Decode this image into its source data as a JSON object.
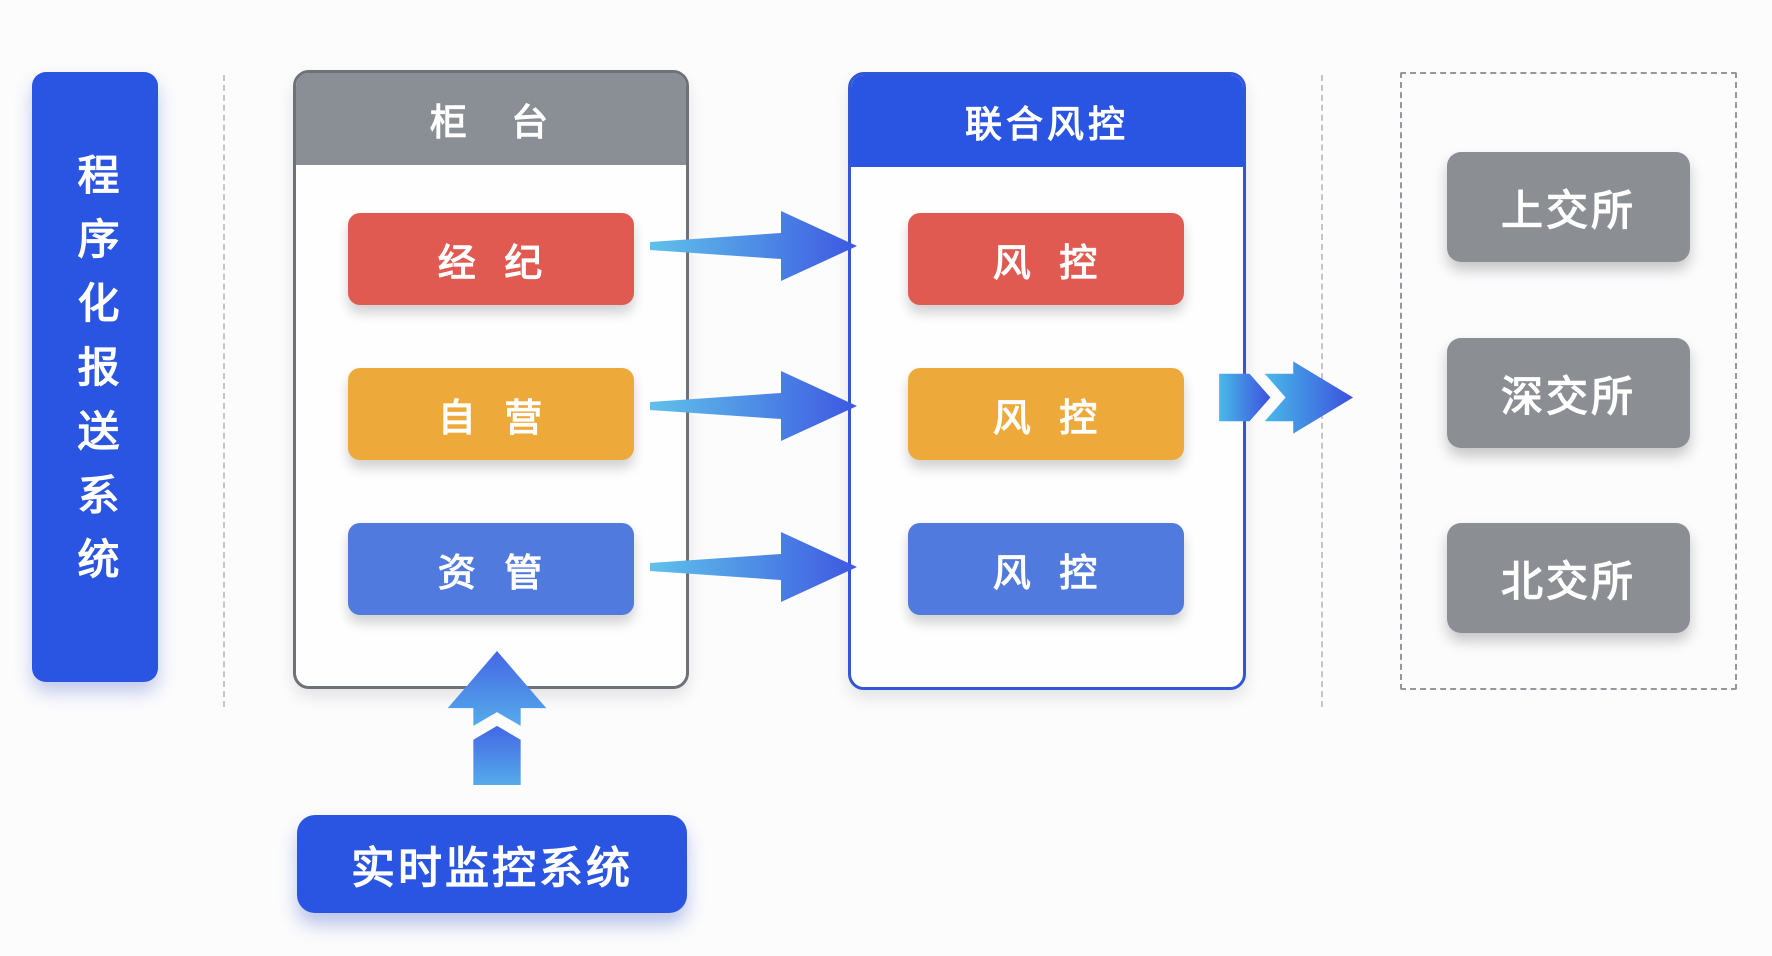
{
  "diagram": {
    "background": "#fcfcfd"
  },
  "sidebar": {
    "label": "程序化报送系统",
    "color": "#2A54E2",
    "text_color": "#ffffff"
  },
  "counter_panel": {
    "title": "柜 台",
    "header_color": "#8A8E95",
    "border_color": "#6E7177",
    "rows": [
      {
        "label": "经 纪",
        "color": "#E05A51"
      },
      {
        "label": "自 营",
        "color": "#EEA93B"
      },
      {
        "label": "资 管",
        "color": "#517ADF"
      }
    ]
  },
  "joint_panel": {
    "title": "联合风控",
    "header_color": "#2A54E2",
    "border_color": "#3156D8",
    "rows": [
      {
        "label": "风 控",
        "color": "#E05A51"
      },
      {
        "label": "风 控",
        "color": "#EEA93B"
      },
      {
        "label": "风 控",
        "color": "#517ADF"
      }
    ]
  },
  "exchanges": {
    "box_color": "#8B8E93",
    "items": [
      {
        "label": "上交所"
      },
      {
        "label": "深交所"
      },
      {
        "label": "北交所"
      }
    ]
  },
  "monitor": {
    "label": "实时监控系统",
    "color": "#2A54E2"
  },
  "arrows": {
    "flow_gradient_start": "#5FC2EA",
    "flow_gradient_end": "#3E58E1",
    "merge_gradient_start": "#49B9E9",
    "merge_gradient_end": "#3C50DF",
    "up_gradient_start": "#55ABEA",
    "up_gradient_end": "#4467E4"
  }
}
